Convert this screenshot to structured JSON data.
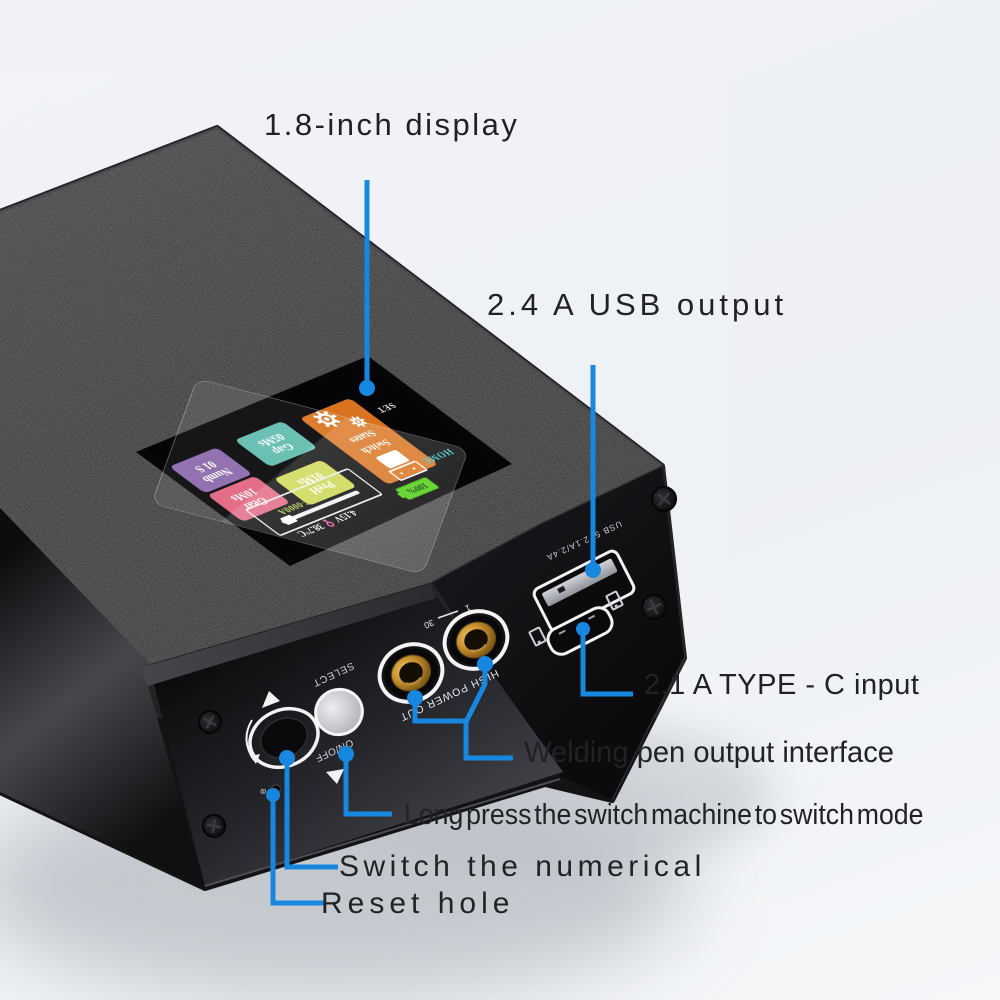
{
  "callouts": {
    "display": "1.8-inch display",
    "usb_output": "2.4 A USB output",
    "typec_input": "2.1 A TYPE - C input",
    "welding_pen": "Welding pen output interface",
    "long_press": "Long press the switch machine to switch mode",
    "switch_numerical": "Switch the numerical",
    "reset_hole": "Reset hole"
  },
  "screen": {
    "tiles": {
      "numb": {
        "label": "Numb",
        "value": "01 S",
        "color": "#8b68ad"
      },
      "gap": {
        "label": "Gap",
        "value": "05Ms",
        "color": "#5fbcae"
      },
      "gear": {
        "label": "Gear",
        "value": "10Ms",
        "color": "#e2647f"
      },
      "preh": {
        "label": "PreH",
        "value": "01Ms",
        "color": "#ccd74d"
      },
      "states_switch": {
        "line_top": "States",
        "line_bottom": "Switch",
        "color": "#d9731f"
      }
    },
    "menu": {
      "set": "SET",
      "home": "HOME"
    },
    "battery": "100%",
    "status": {
      "voltage": "4.15V",
      "temperature": "38.7°C"
    },
    "current_label": "CURRENT-0000A"
  },
  "panel": {
    "usb_port_label": "USB 5V2.1A/2.4A",
    "select_label": "SELECT",
    "power_label": "ON/OFF",
    "output_label": "HIGH POWER OUT",
    "gear_marks": {
      "min": "1",
      "max": "30"
    }
  },
  "colors": {
    "callout_line": "#1787e0",
    "battery_green": "#4fd013",
    "home_cyan": "#46c8c8",
    "current_yellow": "#c3d24e",
    "key_pink": "#e8559a",
    "background": "#eef1f4"
  }
}
